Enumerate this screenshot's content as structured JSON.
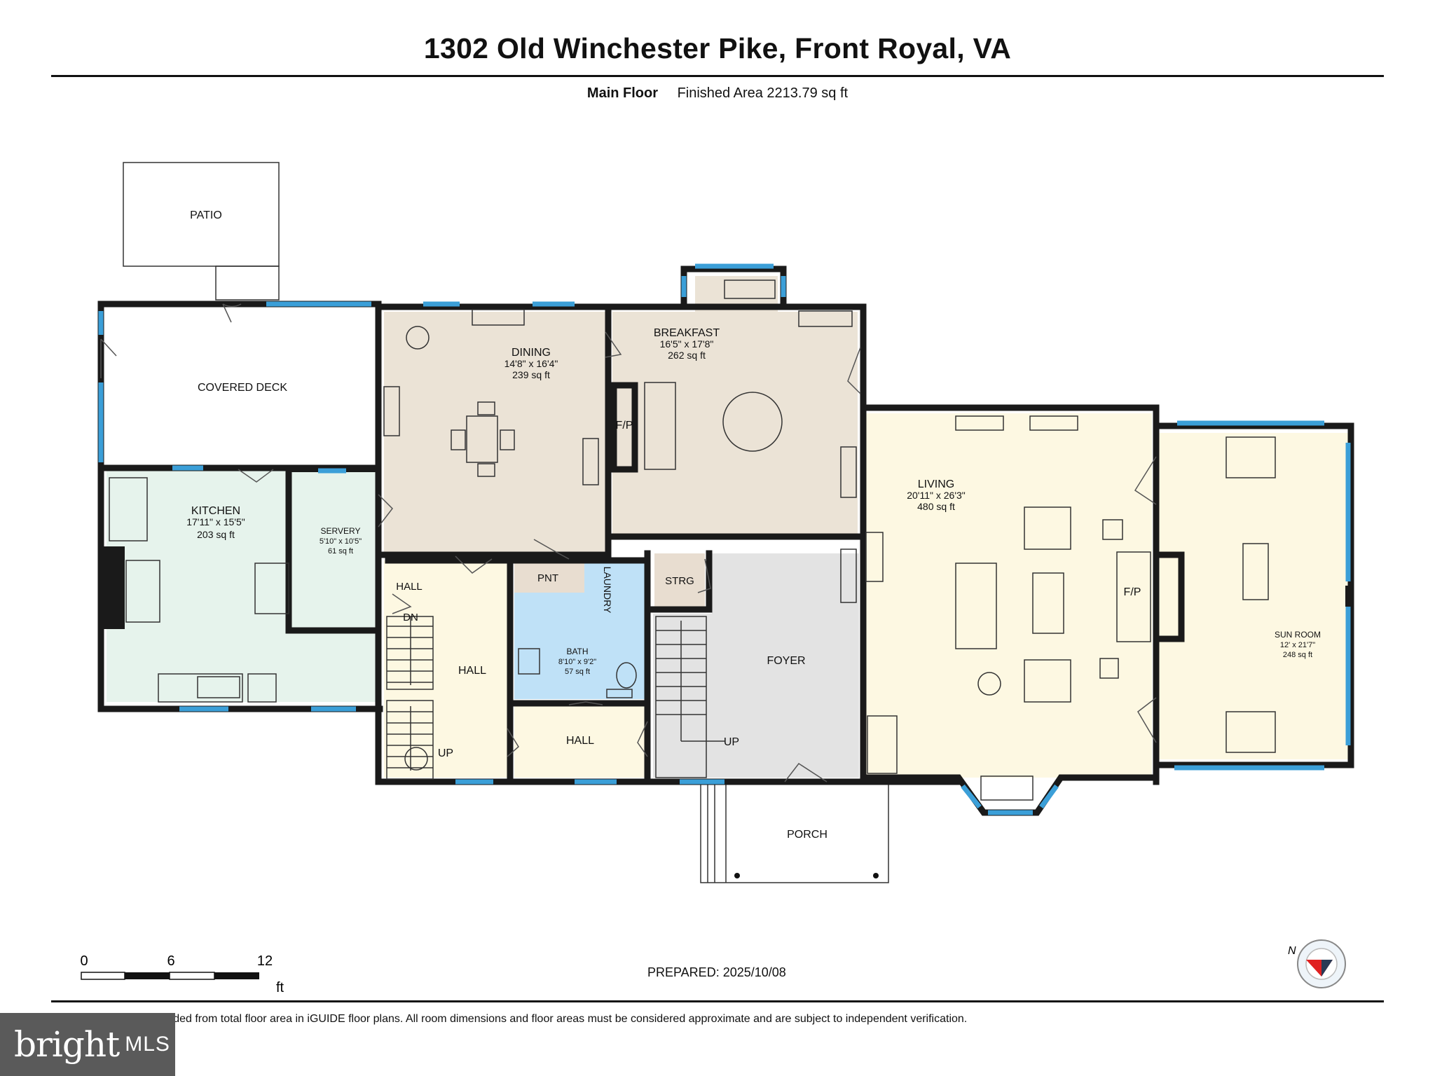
{
  "title": "1302 Old Winchester Pike, Front Royal, VA",
  "floor_name": "Main Floor",
  "finished_area": "Finished Area 2213.79 sq ft",
  "rooms": {
    "patio": {
      "name": "PATIO"
    },
    "covered_deck": {
      "name": "COVERED DECK"
    },
    "dining": {
      "name": "DINING",
      "dims": "14'8\" x 16'4\"",
      "area": "239 sq ft"
    },
    "breakfast": {
      "name": "BREAKFAST",
      "dims": "16'5\" x 17'8\"",
      "area": "262 sq ft"
    },
    "fp_breakfast": {
      "name": "F/P"
    },
    "kitchen": {
      "name": "KITCHEN",
      "dims": "17'11\" x 15'5\"",
      "area": "203 sq ft"
    },
    "servery": {
      "name": "SERVERY",
      "dims": "5'10\" x 10'5\"",
      "area": "61 sq ft"
    },
    "hall_small": {
      "name": "HALL"
    },
    "dn": {
      "name": "DN"
    },
    "pnt": {
      "name": "PNT"
    },
    "laundry": {
      "name": "LAUNDRY"
    },
    "strg": {
      "name": "STRG"
    },
    "hall_center": {
      "name": "HALL"
    },
    "up_left": {
      "name": "UP"
    },
    "bath": {
      "name": "BATH",
      "dims": "8'10\" x 9'2\"",
      "area": "57 sq ft"
    },
    "hall_lower": {
      "name": "HALL"
    },
    "foyer": {
      "name": "FOYER"
    },
    "up_foyer": {
      "name": "UP"
    },
    "living": {
      "name": "LIVING",
      "dims": "20'11\" x 26'3\"",
      "area": "480 sq ft"
    },
    "fp_living": {
      "name": "F/P"
    },
    "sun_room": {
      "name": "SUN ROOM",
      "dims": "12' x 21'7\"",
      "area": "248 sq ft"
    },
    "porch": {
      "name": "PORCH"
    }
  },
  "scale_bar": {
    "ticks": [
      "0",
      "6",
      "12"
    ],
    "unit": "ft"
  },
  "prepared": "PREPARED: 2025/10/08",
  "disclaimer": "White regions are excluded from total floor area in iGUIDE floor plans. All room dimensions and floor areas must be considered approximate and are subject to independent verification.",
  "compass_label": "N",
  "logo": {
    "brand": "bright",
    "suffix": "MLS"
  },
  "colors": {
    "wall": "#1a1a1a",
    "window": "#3b9fd8",
    "dining_breakfast": "#ebe3d6",
    "kitchen": "#e6f3ec",
    "living_sun": "#fdf8e2",
    "bath": "#bfe1f7",
    "pnt_strg": "#e8ddd0",
    "foyer": "#e3e3e3",
    "hall": "#fdf8e2"
  }
}
